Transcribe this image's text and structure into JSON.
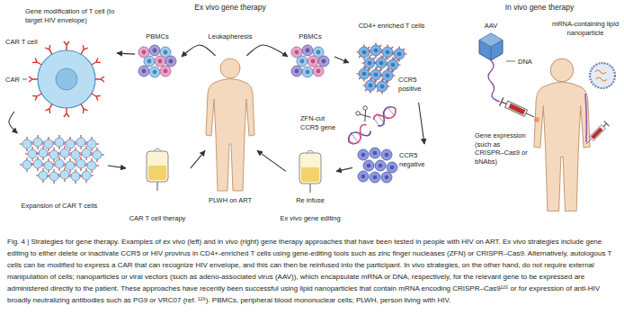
{
  "diagram": {
    "caption": "Fig. 4 | Strategies for gene therapy. Examples of ex vivo (left) and in vivo (right) gene therapy approaches that have been tested in people with HIV on ART. Ex vivo strategies include gene editing to either delete or inactivate CCR5 or HIV provirus in CD4+-enriched T cells using gene-editing tools such as zinc finger nucleases (ZFN) or CRISPR–Cas9. Alternatively, autologous T cells can be modified to express a CAR that can recognize HIV envelope, and this can then be reinfused into the participant. In vivo strategies, on the other hand, do not require external manipulation of cells; nanoparticles or viral vectors (such as adeno-associated virus (AAV)), which encapsulate mRNA or DNA, respectively, for the relevant gene to be expressed are administered directly to the patient. These approaches have recently been successful using lipid nanoparticles that contain mRNA encoding CRISPR–Cas9¹²⁵ or for expression of anti-HIV broadly neutralizing antibodies such as PG9 or VRC07 (ref. ¹²⁶). PBMCs, peripheral blood mononuclear cells; PLWH, person living with HIV.",
    "nodes": [
      {
        "text": [
          "PLWH on ART"
        ]
      },
      {
        "text": [
          "PBMCs"
        ]
      },
      {
        "text": [
          "Gene modification of T cell (to target HIV envelope)"
        ]
      },
      {
        "text": [
          "Expansion of CAR T cells"
        ]
      },
      {
        "text": [
          "CAR T cell therapy"
        ]
      },
      {
        "text": [
          "PBMCs"
        ]
      },
      {
        "text": [
          "CD4+ enriched T cells",
          "CCR5 positive"
        ]
      },
      {
        "text": [
          "CCR5 negative"
        ]
      },
      {
        "text": [
          "Re infuse"
        ]
      },
      {
        "text": [
          "AAV"
        ]
      },
      {
        "text": [
          "mRNA-containing lipid nanoparticle"
        ]
      },
      {
        "text": [
          "Gene expression (such as CRISPR–Cas9 or bNAbs)"
        ]
      }
    ],
    "edges": [
      {
        "from": 0,
        "to": 1,
        "arrow": "to"
      },
      {
        "from": 1,
        "to": 2,
        "arrow": "to"
      },
      {
        "from": 2,
        "to": 3,
        "arrow": "to"
      },
      {
        "from": 3,
        "to": 4,
        "arrow": "to"
      },
      {
        "from": 4,
        "to": 0,
        "arrow": "to"
      },
      {
        "from": 0,
        "to": 5,
        "arrow": "to"
      },
      {
        "from": 5,
        "to": 6,
        "arrow": "to"
      },
      {
        "from": 6,
        "to": 7,
        "arrow": "to"
      },
      {
        "from": 7,
        "to": 8,
        "arrow": "to"
      },
      {
        "from": 8,
        "to": 0,
        "arrow": "to"
      }
    ],
    "labels": [
      "Ex vivo gene therapy",
      "In vivo gene therapy",
      "CAR T cell",
      "CAR",
      "Leukapheresis",
      "ZFN-cut CCR5 gene",
      "Ex vivo gene editing",
      "DNA"
    ]
  }
}
